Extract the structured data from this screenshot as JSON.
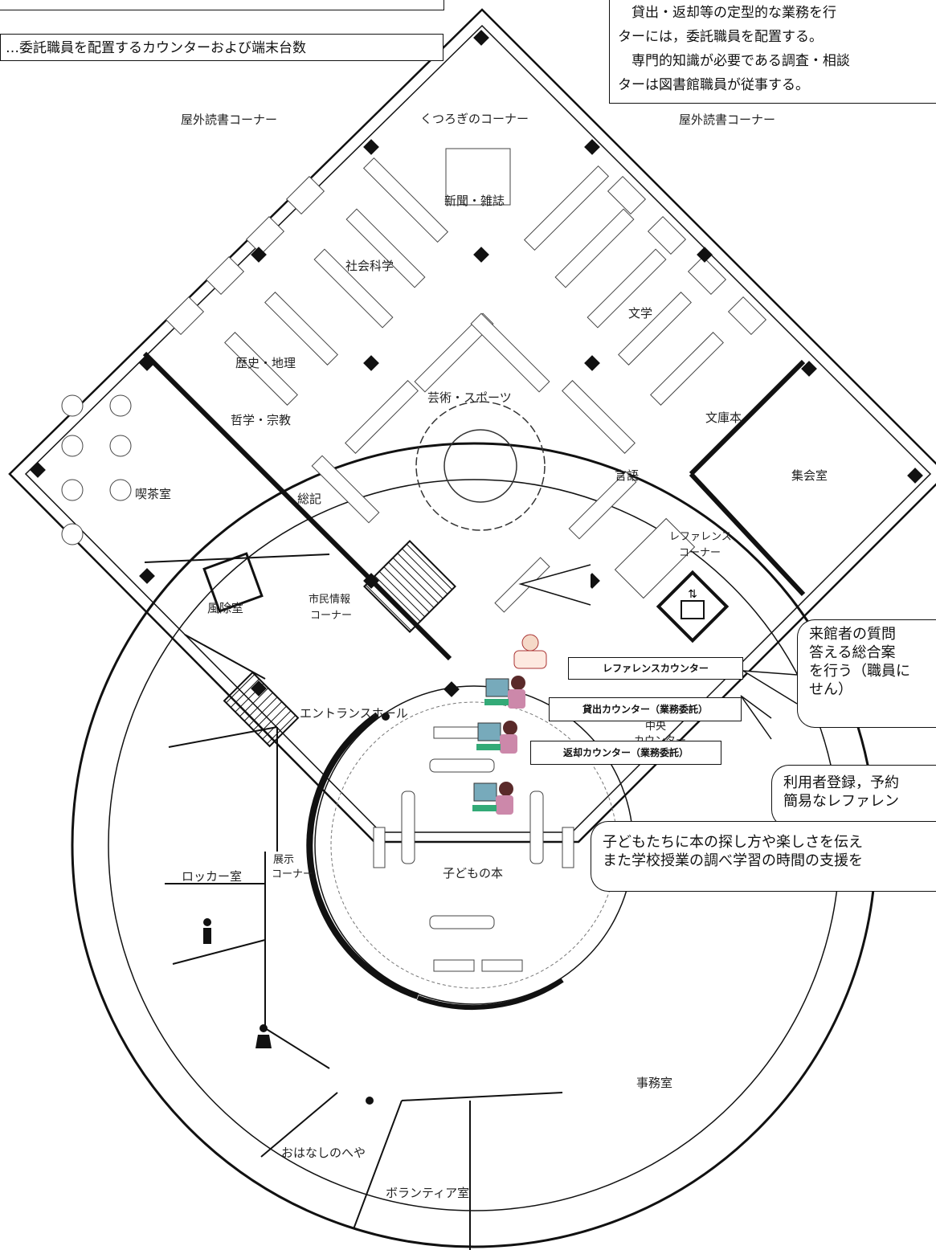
{
  "legend": {
    "text": "…委託職員を配置するカウンターおよび端末台数"
  },
  "note": {
    "lines": [
      "　貸出・返却等の定型的な業務を行",
      "ターには，委託職員を配置する。",
      "　専門的知識が必要である調査・相談",
      "ターは図書館職員が従事する。"
    ]
  },
  "areas": {
    "outdoor_left": "屋外読書コーナー",
    "outdoor_right": "屋外読書コーナー",
    "relax": "くつろぎのコーナー",
    "news": "新聞・雑誌",
    "social": "社会科学",
    "literature": "文学",
    "history": "歴史・地理",
    "philosophy": "哲学・宗教",
    "arts": "芸術・スポーツ",
    "bunko": "文庫本",
    "language": "言語",
    "general": "総記",
    "cafe": "喫茶室",
    "meeting": "集会室",
    "reference_corner": "レファレンス\nコーナー",
    "citizen_info": "市民情報\nコーナー",
    "windbreak": "風除室",
    "entrance": "エントランスホール",
    "central_counter": "中央\nカウンター",
    "exhibit": "展示\nコーナー",
    "locker": "ロッカー室",
    "kids_books": "子どもの本",
    "office": "事務室",
    "story_room": "おはなしのへや",
    "volunteer": "ボランティア室"
  },
  "counters": {
    "reference": "レファレンスカウンター",
    "lending": "貸出カウンター（業務委託）",
    "return": "返却カウンター（業務委託）"
  },
  "callouts": {
    "reference": [
      "来館者の質問",
      "答える総合案",
      "を行う（職員に",
      "せん）"
    ],
    "central": [
      "利用者登録，予約",
      "簡易なレファレン"
    ],
    "kids": [
      "子どもたちに本の探し方や楽しさを伝え",
      "また学校授業の調べ学習の時間の支援を"
    ]
  }
}
